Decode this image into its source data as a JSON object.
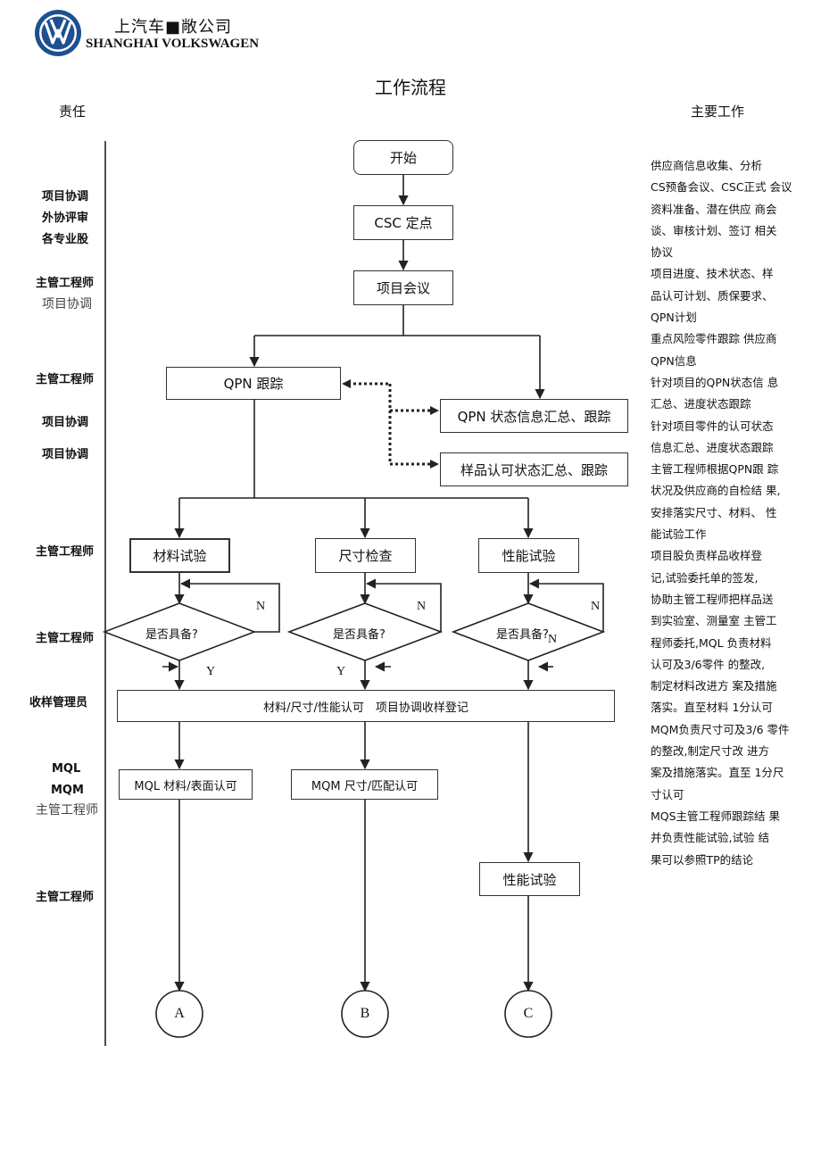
{
  "header": {
    "company_cn": "上汽车■敞公司",
    "company_en": "SHANGHAI VOLKSWAGEN"
  },
  "title": "工作流程",
  "columns": {
    "responsibility": "责任",
    "main_work": "主要工作"
  },
  "roles": [
    "项目协调",
    "外协评审",
    "各专业股",
    "主管工程师",
    "项目协调",
    "主管工程师",
    "项目协调",
    "项目协调",
    "主管工程师",
    "主管工程师",
    "收样管理员",
    "MQL",
    "MQM",
    "主管工程师",
    "主管工程师"
  ],
  "flow": {
    "start": "开始",
    "csc": "CSC 定点",
    "meeting": "项目会议",
    "qpn_track": "QPN 跟踪",
    "qpn_status": "QPN 状态信息汇总、跟踪",
    "sample_status": "样品认可状态汇总、跟踪",
    "material_test": "材料试验",
    "dimension_check": "尺寸检查",
    "performance_test": "性能试验",
    "decision": "是否具备?",
    "no": "N",
    "yes": "Y",
    "register": "材料/尺寸/性能认可　项目协调收样登记",
    "mql": "MQL 材料/表面认可",
    "mqm": "MQM 尺寸/匹配认可",
    "performance_test2": "性能试验",
    "connector_a": "A",
    "connector_b": "B",
    "connector_c": "C"
  },
  "notes": [
    "供应商信息收集、分析",
    "CS预备会议、CSC正式 会议",
    "资料准备、潜在供应 商会",
    "谈、审核计划、签订 相关",
    "协议",
    "项目进度、技术状态、样",
    "品认可计划、质保要求、",
    "QPN计划",
    "",
    "",
    "重点风险零件跟踪 供应商",
    "QPN信息",
    "",
    "针对项目的QPN状态信 息",
    "汇总、进度状态跟踪",
    "",
    "针对项目零件的认可状态",
    "信息汇总、进度状态跟踪",
    "",
    "主管工程师根据QPN跟 踪",
    "状况及供应商的自检结 果,",
    "安排落实尺寸、材料、 性",
    "能试验工作",
    "",
    "",
    "项目股负责样品收样登",
    "记,试验委托单的签发,",
    "协助主管工程师把样品送",
    "到实验室、测量室 主管工",
    "程师委托,MQL 负责材料",
    "认可及3/6零件 的整改,",
    "制定材料改进方 案及措施",
    "落实。直至材料 1分认可",
    "MQM负责尺寸可及3/6 零件",
    "的整改,制定尺寸改 进方",
    "案及措施落实。直至 1分尺",
    "寸认可",
    "MQS主管工程师跟踪结 果",
    "并负责性能试验,试验 结",
    "果可以参照TP的结论"
  ]
}
